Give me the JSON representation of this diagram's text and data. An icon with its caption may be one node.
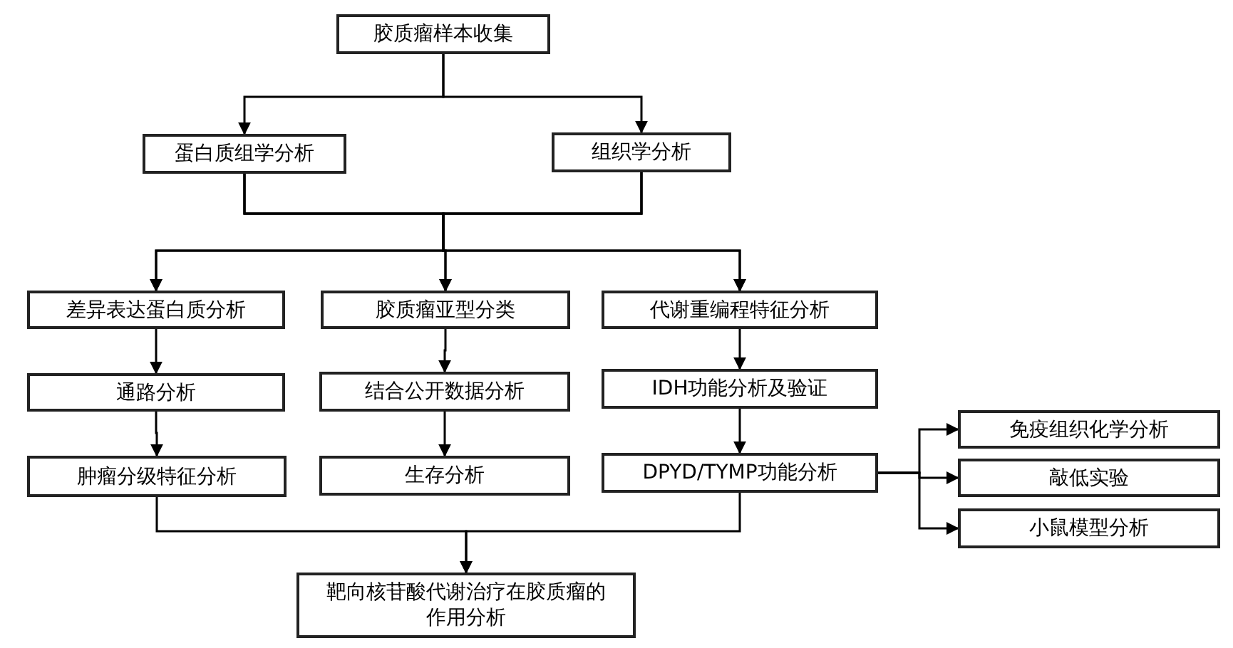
{
  "diagram": {
    "nodes": [
      {
        "text": [
          "胶质瘤样本收集"
        ]
      },
      {
        "text": [
          "蛋白质组学分析"
        ]
      },
      {
        "text": [
          "组织学分析"
        ]
      },
      {
        "text": [
          "差异表达蛋白质分析"
        ]
      },
      {
        "text": [
          "胶质瘤亚型分类"
        ]
      },
      {
        "text": [
          "代谢重编程特征分析"
        ]
      },
      {
        "text": [
          "通路分析"
        ]
      },
      {
        "text": [
          "结合公开数据分析"
        ]
      },
      {
        "text": [
          "IDH功能分析及验证"
        ]
      },
      {
        "text": [
          "肿瘤分级特征分析"
        ]
      },
      {
        "text": [
          "生存分析"
        ]
      },
      {
        "text": [
          "DPYD/TYMP功能分析"
        ]
      },
      {
        "text": [
          "免疫组织化学分析"
        ]
      },
      {
        "text": [
          "敲低实验"
        ]
      },
      {
        "text": [
          "小鼠模型分析"
        ]
      },
      {
        "text": [
          "靶向核苷酸代谢治疗在胶质瘤的作用分析"
        ]
      }
    ],
    "edges": [
      {
        "from": 0,
        "to": 1,
        "arrow": "to"
      },
      {
        "from": 0,
        "to": 2,
        "arrow": "to"
      },
      {
        "from": 1,
        "to": 3,
        "arrow": "to"
      },
      {
        "from": 1,
        "to": 4,
        "arrow": "to"
      },
      {
        "from": 1,
        "to": 5,
        "arrow": "to"
      },
      {
        "from": 2,
        "to": 3,
        "arrow": "to"
      },
      {
        "from": 2,
        "to": 4,
        "arrow": "to"
      },
      {
        "from": 2,
        "to": 5,
        "arrow": "to"
      },
      {
        "from": 3,
        "to": 6,
        "arrow": "to"
      },
      {
        "from": 6,
        "to": 9,
        "arrow": "to"
      },
      {
        "from": 4,
        "to": 7,
        "arrow": "to"
      },
      {
        "from": 7,
        "to": 10,
        "arrow": "to"
      },
      {
        "from": 5,
        "to": 8,
        "arrow": "to"
      },
      {
        "from": 8,
        "to": 11,
        "arrow": "to"
      },
      {
        "from": 9,
        "to": 15,
        "arrow": "to"
      },
      {
        "from": 11,
        "to": 15,
        "arrow": "to"
      },
      {
        "from": 11,
        "to": 12,
        "arrow": "to"
      },
      {
        "from": 11,
        "to": 13,
        "arrow": "to"
      },
      {
        "from": 11,
        "to": 14,
        "arrow": "to"
      }
    ]
  }
}
